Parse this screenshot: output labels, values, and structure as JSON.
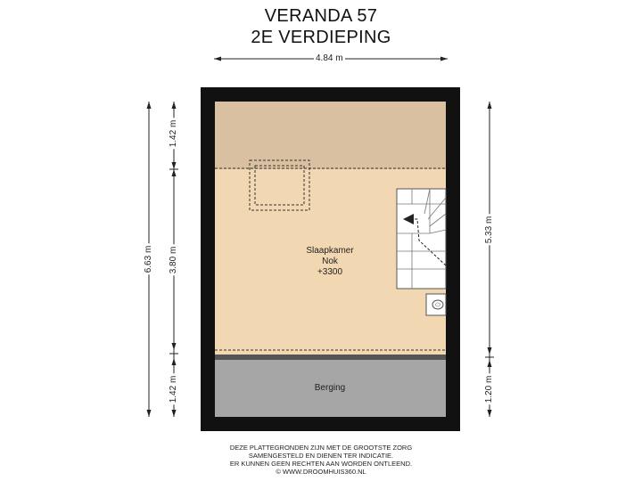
{
  "header": {
    "title": "VERANDA 57",
    "subtitle": "2E VERDIEPING"
  },
  "dimensions": {
    "total_width": "4.84 m",
    "total_depth": "6.63 m",
    "slope_top": "1.42 m",
    "middle": "3.80 m",
    "slope_bottom": "1.42 m",
    "right_upper": "5.33 m",
    "right_lower": "1.20 m"
  },
  "rooms": {
    "bedroom_name": "Slaapkamer",
    "bedroom_sub": "Nok",
    "bedroom_height": "+3300",
    "storage_name": "Berging"
  },
  "footer": {
    "line1": "DEZE PLATTEGRONDEN ZIJN MET DE GROOTSTE ZORG",
    "line2": "SAMENGESTELD EN DIENEN TER INDICATIE.",
    "line3": "ER KUNNEN GEEN RECHTEN AAN WORDEN ONTLEEND.",
    "line4": "© WWW.DROOMHUIS360.NL"
  },
  "colors": {
    "wall": "#111111",
    "slope_floor": "#d8c0a0",
    "bedroom_floor": "#f2d8b2",
    "storage_floor": "#a6a6a6"
  }
}
